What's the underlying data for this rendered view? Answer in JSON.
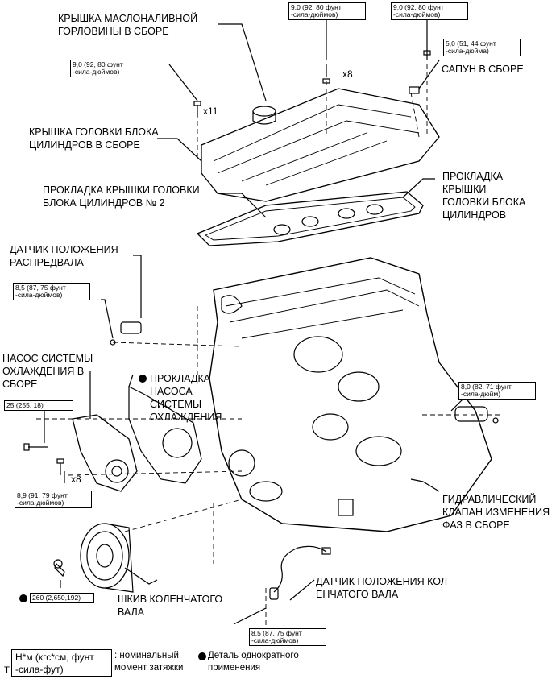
{
  "labels": {
    "oil_filler_cap": "КРЫШКА МАСЛОНАЛИВНОЙ\nГОРЛОВИНЫ В СБОРЕ",
    "breather": "САПУН В СБОРЕ",
    "head_cover": "КРЫШКА ГОЛОВКИ БЛОКА\nЦИЛИНДРОВ В СБОРЕ",
    "head_cover_gasket2": "ПРОКЛАДКА КРЫШКИ ГОЛОВКИ\nБЛОКА ЦИЛИНДРОВ № 2",
    "head_cover_gasket": "ПРОКЛАДКА\nКРЫШКИ\nГОЛОВКИ БЛОКА\nЦИЛИНДРОВ",
    "camshaft_sensor": "ДАТЧИК ПОЛОЖЕНИЯ\nРАСПРЕДВАЛА",
    "water_pump": "НАСОС СИСТЕМЫ\nОХЛАЖДЕНИЯ В\nСБОРЕ",
    "water_pump_gasket": "ПРОКЛАДКА\nНАСОСА\nСИСТЕМЫ\nОХЛАЖДЕНИЯ",
    "ocv": "ГИДРАВЛИЧЕСКИЙ\nКЛАПАН ИЗМЕНЕНИЯ\nФАЗ В СБОРЕ",
    "crank_pulley": "ШКИВ КОЛЕНЧАТОГО\nВАЛА",
    "crank_sensor": "ДАТЧИК ПОЛОЖЕНИЯ КОЛ\nЕНЧАТОГО ВАЛА"
  },
  "torques": {
    "t1": "9,0 (92, 80 фунт\n-сила-дюймов)",
    "t2": "9,0 (92, 80 фунт\n-сила-дюймов)",
    "t3": "5,0 (51, 44 фунт\n-сила-дюйма)",
    "t4": "9,0 (92, 80 фунт\n-сила-дюймов)",
    "t5": "8,5 (87, 75 фунт\n-сила-дюймов)",
    "t6": "25 (255, 18)",
    "t7": "8,9 (91, 79 фунт\n-сила-дюймов)",
    "t8": "8,0 (82, 71 фунт\n-сила-дюйм)",
    "t9": "260 (2,650,192)",
    "t10": "8,5 (87, 75 фунт\n-сила-дюймов)"
  },
  "quantities": {
    "q1": "x8",
    "q2": "x11",
    "q3": "x8"
  },
  "legend": {
    "unit": "Н*м (кгс*см, фунт\n-сила-фут)",
    "unit_desc": ": номинальный\nмомент затяжки",
    "non_reusable": "Деталь однократного\nприменения",
    "corner": "T"
  }
}
